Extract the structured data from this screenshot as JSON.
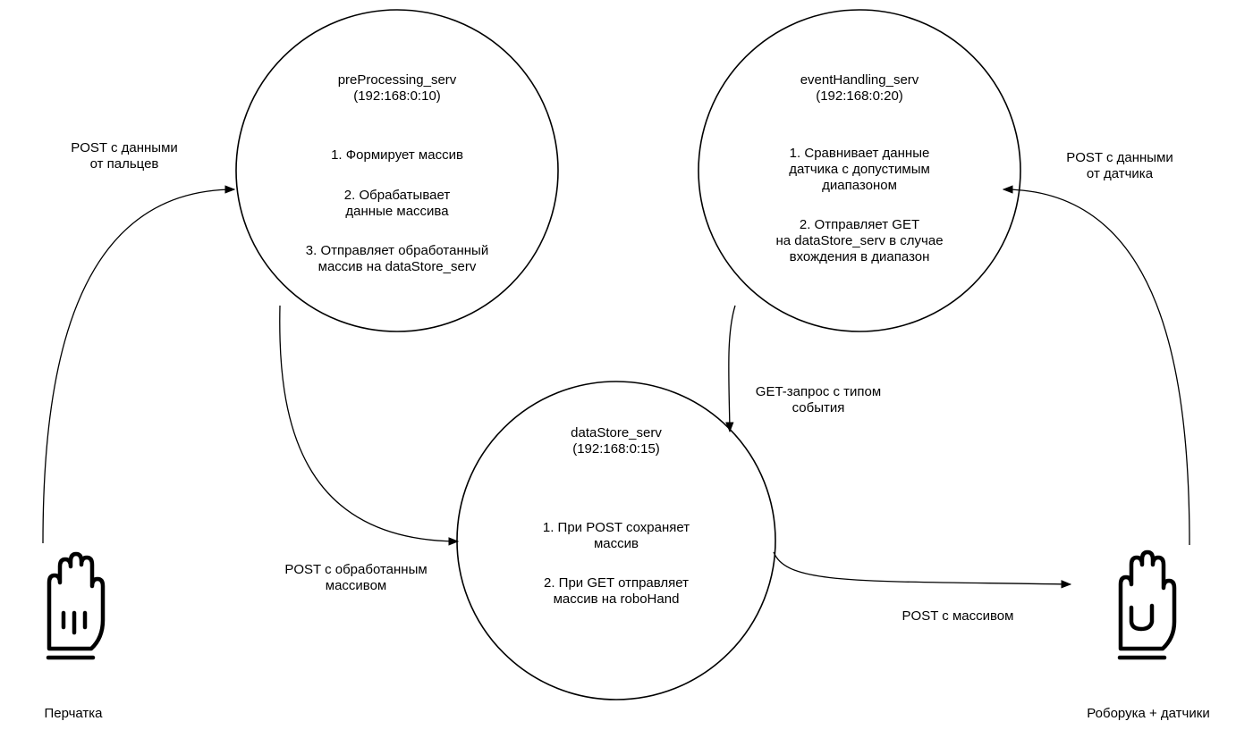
{
  "nodes": {
    "preprocessing": {
      "name": "preProcessing_serv",
      "ip": "(192:168:0:10)",
      "steps": [
        [
          "1. Формирует массив"
        ],
        [
          "2. Обрабатывает",
          "данные массива"
        ],
        [
          "3. Отправляет обработанный",
          "массив на dataStore_serv"
        ]
      ]
    },
    "eventhandling": {
      "name": "eventHandling_serv",
      "ip": "(192:168:0:20)",
      "steps": [
        [
          "1. Сравнивает данные",
          "датчика с допустимым",
          "диапазоном"
        ],
        [
          "2. Отправляет GET",
          "на dataStore_serv в случае",
          "вхождения в диапазон"
        ]
      ]
    },
    "datastore": {
      "name": "dataStore_serv",
      "ip": "(192:168:0:15)",
      "steps": [
        [
          "1. При POST сохраняет",
          "массив"
        ],
        [
          "2. При GET отправляет",
          "массив на roboHand"
        ]
      ]
    }
  },
  "edges": {
    "glove_to_pre": [
      "POST с данными",
      "от пальцев"
    ],
    "pre_to_store": [
      "POST с обработанным",
      "массивом"
    ],
    "event_to_store": [
      "GET-запрос с типом",
      "события"
    ],
    "robo_to_event": [
      "POST с данными",
      "от датчика"
    ],
    "store_to_robo": [
      "POST с массивом"
    ]
  },
  "actors": {
    "glove": {
      "label": "Перчатка",
      "icon": "hand-icon"
    },
    "robohand": {
      "label": "Роборука + датчики",
      "icon": "hand-icon"
    }
  }
}
